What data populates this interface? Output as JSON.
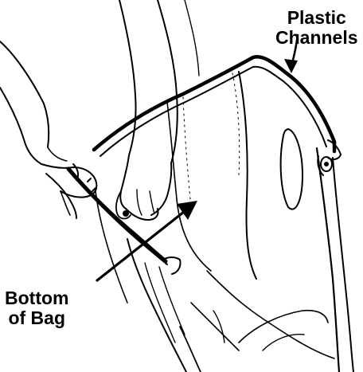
{
  "labels": {
    "plastic_channels": {
      "line1": "Plastic",
      "line2": "Channels"
    },
    "bottom_of_bag": {
      "line1": "Bottom",
      "line2": "of Bag"
    }
  },
  "colors": {
    "ink": "#000000",
    "paper": "#ffffff"
  }
}
